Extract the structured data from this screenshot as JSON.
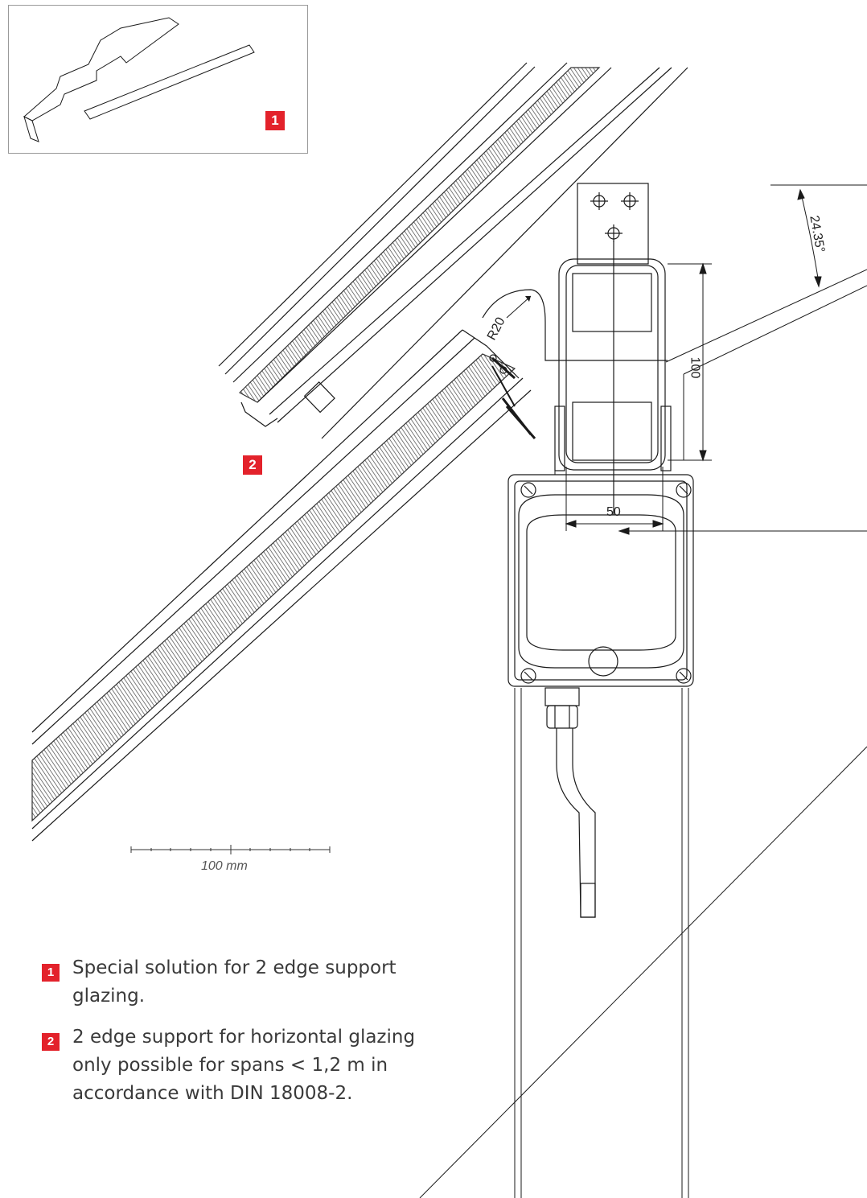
{
  "inset": {
    "badge": "1"
  },
  "detail": {
    "badge": "2"
  },
  "dimensions": {
    "angle": "24.35°",
    "radius": "R20",
    "height": "100",
    "width": "50"
  },
  "scale_bar": {
    "label": "100 mm"
  },
  "notes": [
    {
      "badge": "1",
      "text": "Special solution for 2 edge support glazing."
    },
    {
      "badge": "2",
      "text": "2 edge support for horizontal glazing only possible for spans < 1,2 m in accordance with DIN 18008-2."
    }
  ],
  "colors": {
    "accent": "#e3222b",
    "line": "#1a1a1a",
    "text": "#3a3a3a"
  }
}
